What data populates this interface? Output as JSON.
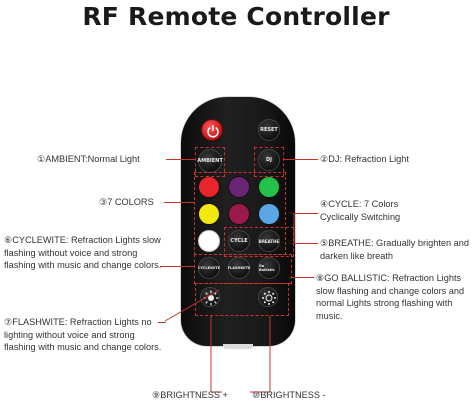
{
  "title": "RF Remote Controller",
  "remote": {
    "power_icon": "power-icon",
    "reset_label": "RESET",
    "ambient_label": "AMBIENT",
    "dj_label": "DJ",
    "cycle_label": "CYCLE",
    "breathe_label": "BREATHE",
    "cyclewite_label": "CYCLEWITE",
    "flashwite_label": "FLASHWITE",
    "goballistic_label": "Go Ballistic",
    "brightness_up_icon": "sun-bright-icon",
    "brightness_down_icon": "sun-dim-icon",
    "colors": [
      "#e8262a",
      "#6b2577",
      "#23c24a",
      "#f2e80f",
      "#9a1a4d",
      "#5aa6e6",
      "#ffffff"
    ]
  },
  "labels": {
    "ambient": "①AMBIENT:Normal Light",
    "dj": "②DJ: Refraction Light",
    "colors": "③7 COLORS",
    "cycle": "④CYCLE: 7 Colors Cyclically Switching",
    "breathe": "⑤BREATHE: Gradually brighten and darken like breath",
    "cyclewite": "⑥CYCLEWITE: Refraction Lights slow flashing without voice and strong flashing with music and change colors.",
    "flashwite": "⑦FLASHWITE: Refraction Lights no lighting without voice and strong flashing with music and change colors.",
    "goballistic": "⑧GO BALLISTIC: Refraction Lights slow flashing and change colors and normal Lights strong flashing with music.",
    "brightness_up": "⑨BRIGHTNESS +",
    "brightness_down": "⑩BRIGHTNESS -"
  }
}
